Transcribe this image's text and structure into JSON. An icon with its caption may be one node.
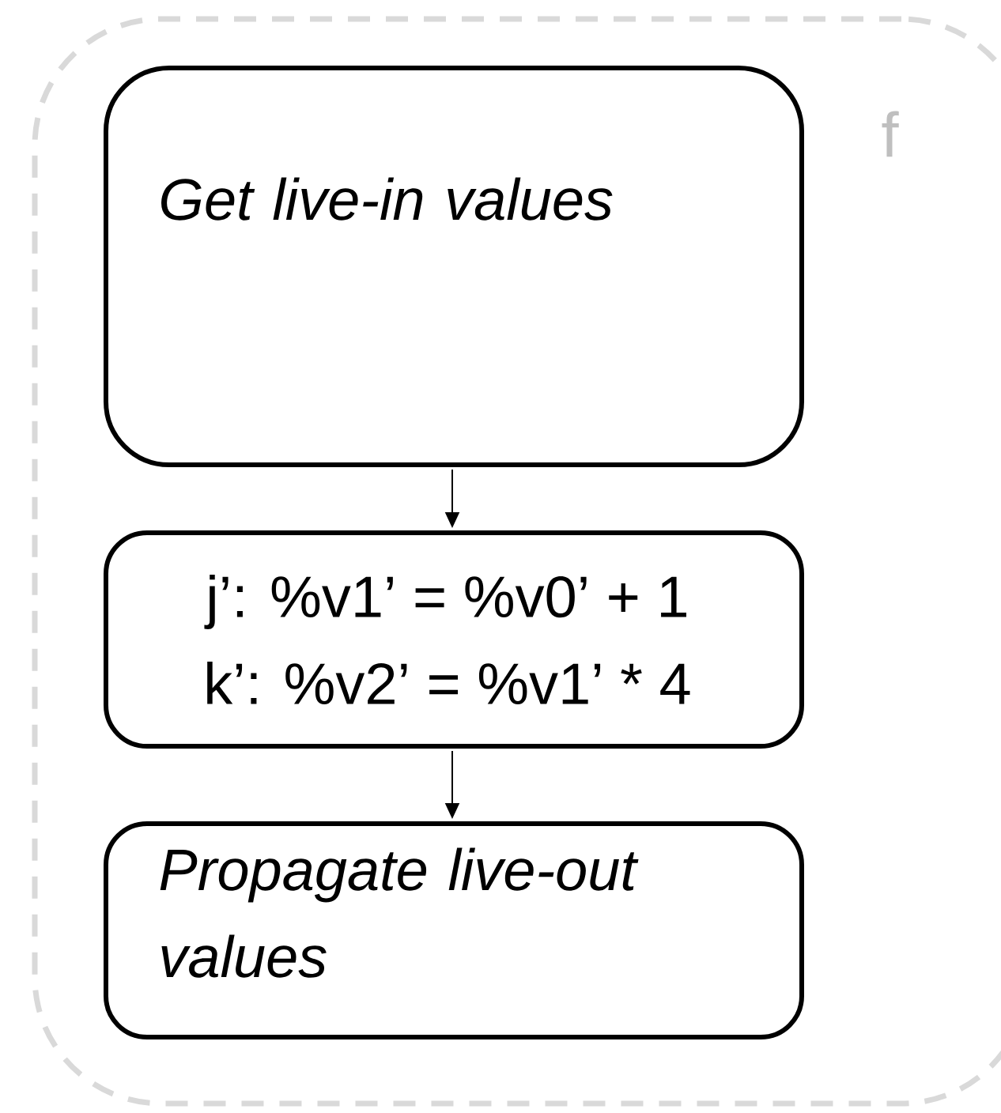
{
  "diagram": {
    "nodes": [
      {
        "text": [
          "f"
        ]
      },
      {
        "text": [
          "Get live-in values"
        ],
        "in": 0
      },
      {
        "text": [
          "j’: %v1’ = %v0’ + 1",
          "k’: %v2’ = %v1’ * 4"
        ],
        "in": 0
      },
      {
        "text": [
          "Propagate live-out values"
        ],
        "in": 0
      }
    ],
    "edges": [
      {
        "from": 1,
        "to": 2,
        "arrow": "to"
      },
      {
        "from": 2,
        "to": 3,
        "arrow": "to"
      }
    ]
  }
}
